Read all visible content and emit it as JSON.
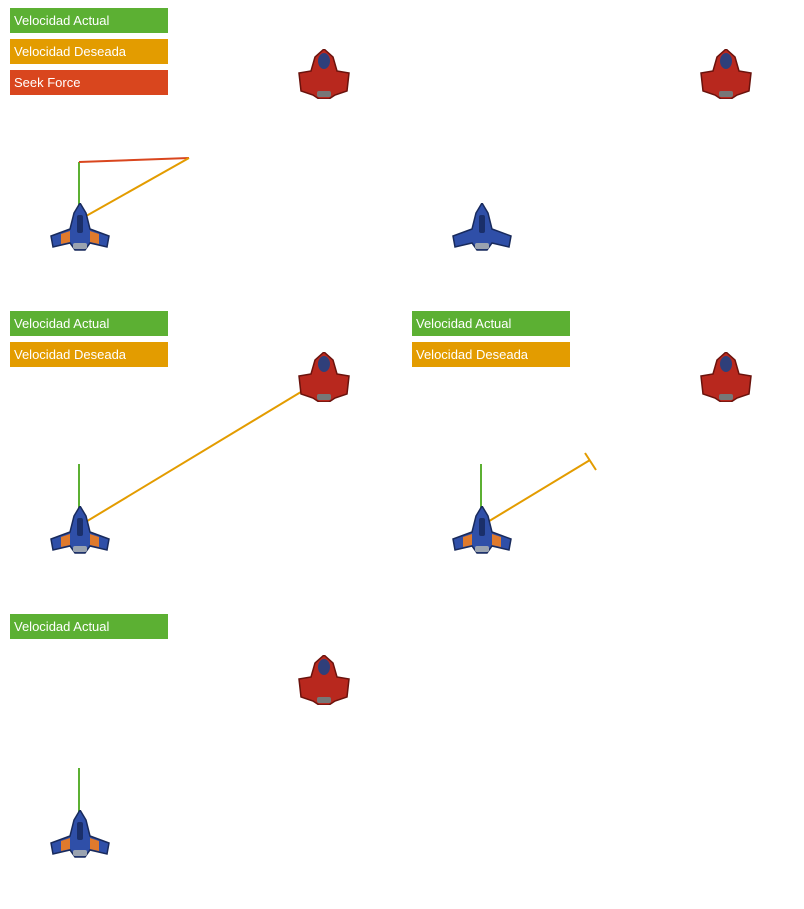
{
  "colors": {
    "current_velocity": "#5cb033",
    "desired_velocity": "#e39c00",
    "seek_force": "#d9461e",
    "player_ship": "#2f4fa8",
    "enemy_ship": "#b8281e"
  },
  "panels": [
    {
      "legend": [
        "Velocidad Actual",
        "Velocidad Deseada",
        "Seek Force"
      ]
    },
    {
      "legend": []
    },
    {
      "legend": [
        "Velocidad Actual",
        "Velocidad Deseada"
      ]
    },
    {
      "legend": [
        "Velocidad Actual",
        "Velocidad Deseada"
      ]
    },
    {
      "legend": [
        "Velocidad Actual"
      ]
    }
  ]
}
